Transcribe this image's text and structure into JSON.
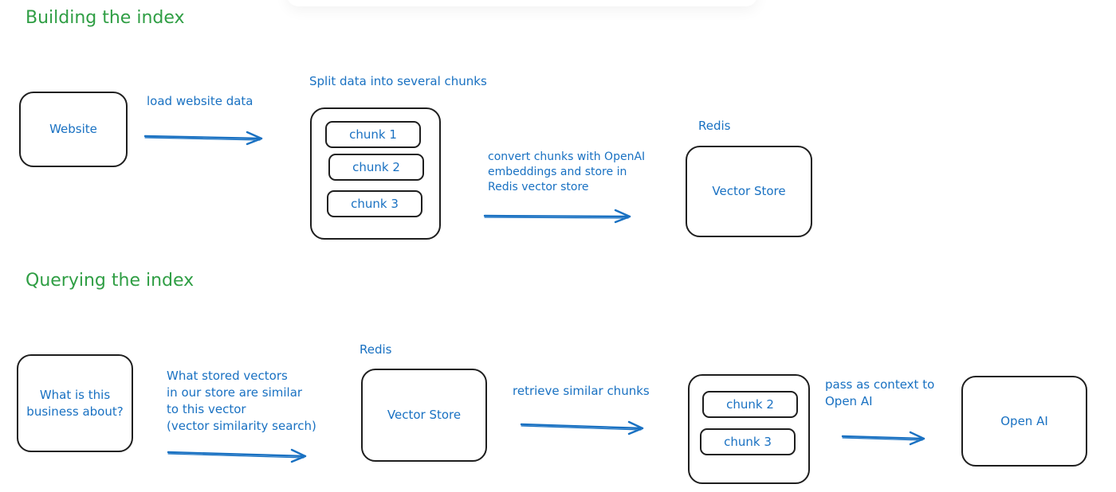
{
  "index_section": {
    "heading": "Building the index",
    "website_box": {
      "label": "Website"
    },
    "load_arrow_label": "load website data",
    "split_label": "Split data into several chunks",
    "chunks": [
      "chunk 1",
      "chunk 2",
      "chunk 3"
    ],
    "convert_label": "convert chunks with OpenAI\nembeddings and store in\nRedis vector store",
    "store_caption": "Redis",
    "vector_store_box": {
      "label": "Vector Store"
    }
  },
  "query_section": {
    "heading": "Querying the index",
    "question_box": {
      "label": "What is this\nbusiness about?"
    },
    "search_label": "What stored vectors\nin our store are similar\nto this vector\n(vector similarity search)",
    "store_caption": "Redis",
    "vector_store_box": {
      "label": "Vector Store"
    },
    "retrieve_label": "retrieve similar chunks",
    "chunks": [
      "chunk 2",
      "chunk 3"
    ],
    "context_label": "pass as context to\nOpen AI",
    "openai_box": {
      "label": "Open AI"
    }
  },
  "colors": {
    "heading": "#2f9e44",
    "text": "#1971c2",
    "stroke": "#1e1e1e"
  }
}
